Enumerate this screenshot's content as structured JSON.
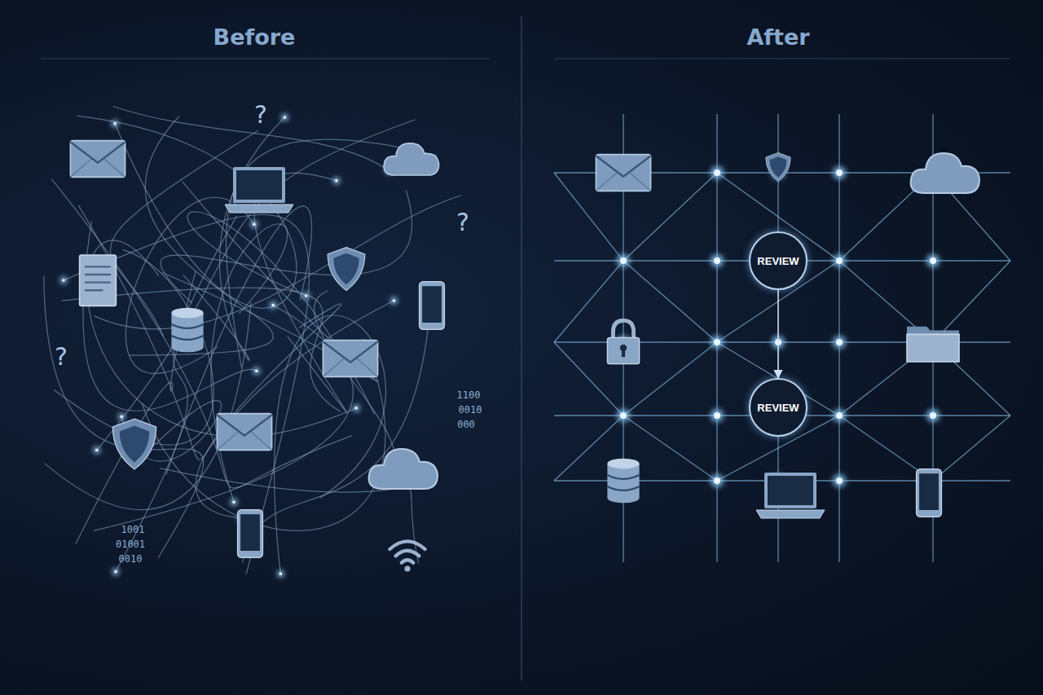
{
  "diagram": {
    "nodes": [
      {
        "text": [
          "REVIEW"
        ]
      },
      {
        "text": [
          "REVIEW"
        ]
      }
    ],
    "edges": [
      {
        "from": 0,
        "to": 1,
        "arrow": "to"
      }
    ],
    "labels": [
      "Before",
      "After",
      "?",
      "?",
      "?",
      "1100",
      "0010",
      "000",
      "1001",
      "01001",
      "0010"
    ]
  }
}
